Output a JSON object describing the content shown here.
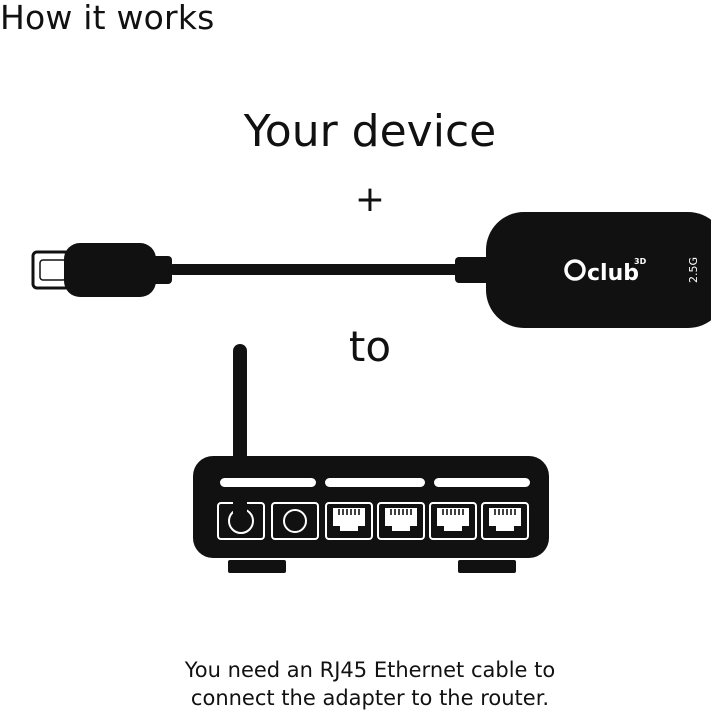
{
  "heading": "How it works",
  "device_label": "Your device",
  "plus_label": "+",
  "to_label": "to",
  "adapter": {
    "brand": "club",
    "brand_super": "3D",
    "speed_label": "2.5G"
  },
  "caption": {
    "line1": "You need an RJ45 Ethernet cable to",
    "line2": "connect the adapter to the router."
  },
  "colors": {
    "ink": "#111111",
    "background": "#ffffff"
  },
  "icons": [
    "usb-c-connector-icon",
    "ethernet-adapter-icon",
    "router-icon",
    "antenna-icon",
    "rj45-port-icon"
  ]
}
